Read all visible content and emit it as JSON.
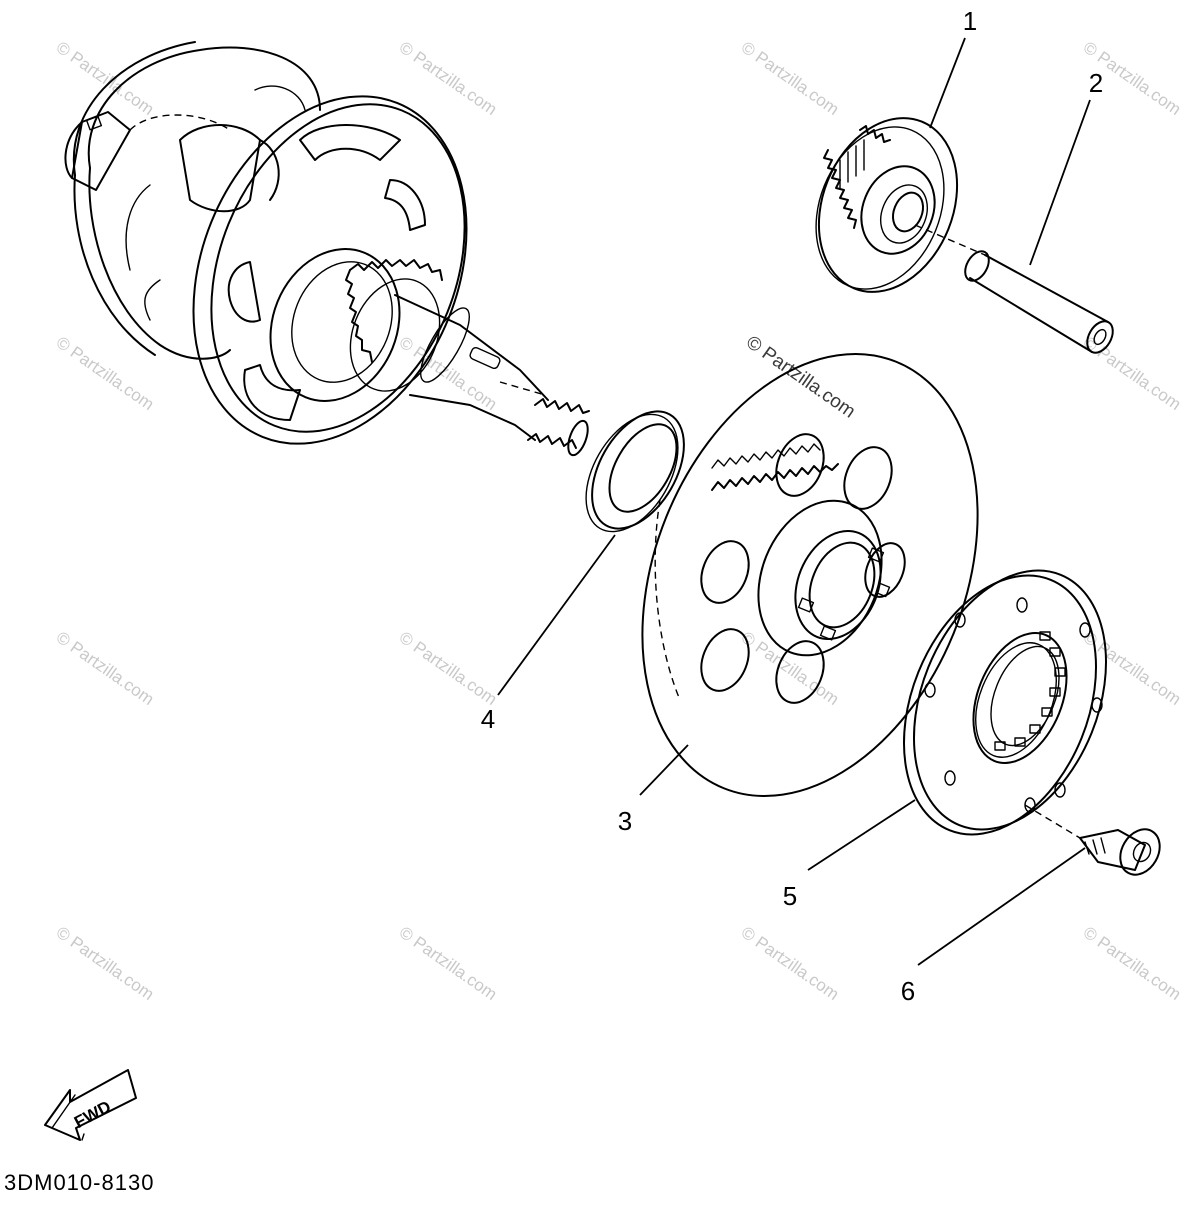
{
  "watermark": "© Partzilla.com",
  "diagram_code": "3DM010-8130",
  "fwd_label": "FWD",
  "callouts": [
    "1",
    "2",
    "3",
    "4",
    "5",
    "6"
  ]
}
